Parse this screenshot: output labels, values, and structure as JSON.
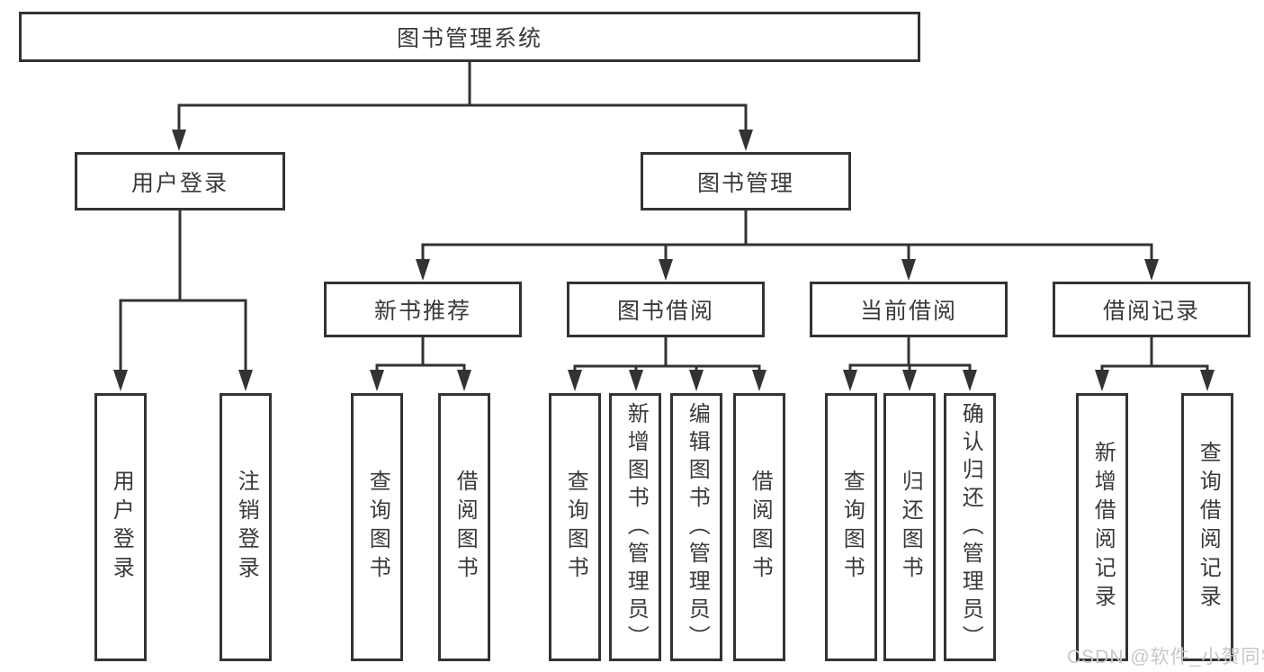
{
  "diagram": {
    "root": {
      "label": "图书管理系统"
    },
    "level2": [
      {
        "label": "用户登录"
      },
      {
        "label": "图书管理"
      }
    ],
    "level3": [
      {
        "label": "新书推荐"
      },
      {
        "label": "图书借阅"
      },
      {
        "label": "当前借阅"
      },
      {
        "label": "借阅记录"
      }
    ],
    "leaves": [
      {
        "label": "用户登录"
      },
      {
        "label": "注销登录"
      },
      {
        "label": "查询图书"
      },
      {
        "label": "借阅图书"
      },
      {
        "label": "查询图书"
      },
      {
        "label": "新增图书（管理员）"
      },
      {
        "label": "编辑图书（管理员）"
      },
      {
        "label": "借阅图书"
      },
      {
        "label": "查询图书"
      },
      {
        "label": "归还图书"
      },
      {
        "label": "确认归还（管理员）"
      },
      {
        "label": "新增借阅记录"
      },
      {
        "label": "查询借阅记录"
      }
    ]
  },
  "watermark": {
    "text": "CSDN @软件_小贺同学"
  },
  "colors": {
    "line": "#333333",
    "text": "#3a3a3c",
    "background": "#ffffff",
    "watermark": "#c7c7c9"
  }
}
